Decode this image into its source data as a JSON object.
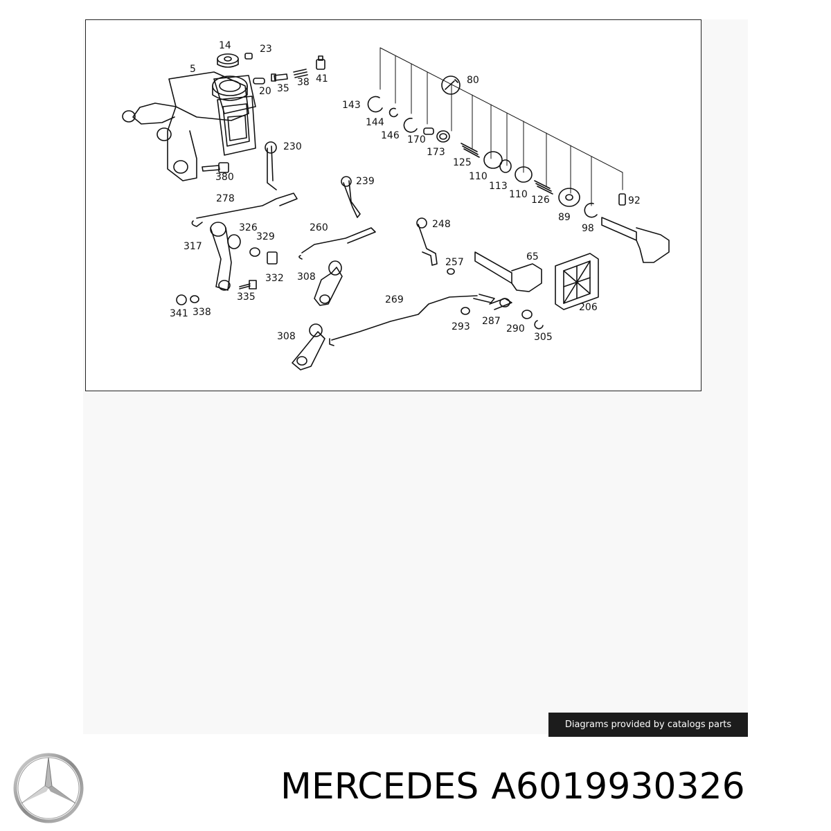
{
  "diagram": {
    "callouts": [
      "14",
      "23",
      "5",
      "20",
      "35",
      "38",
      "41",
      "80",
      "143",
      "144",
      "146",
      "170",
      "173",
      "125",
      "110",
      "113",
      "110",
      "126",
      "89",
      "98",
      "92",
      "230",
      "380",
      "278",
      "239",
      "326",
      "329",
      "317",
      "260",
      "248",
      "257",
      "65",
      "332",
      "308",
      "335",
      "341",
      "338",
      "269",
      "206",
      "293",
      "287",
      "290",
      "305",
      "308"
    ]
  },
  "credit_text": "Diagrams provided by catalogs parts",
  "brand": {
    "name": "MERCEDES",
    "part_number": "A6019930326"
  },
  "logo_icon": "mercedes-star-icon"
}
